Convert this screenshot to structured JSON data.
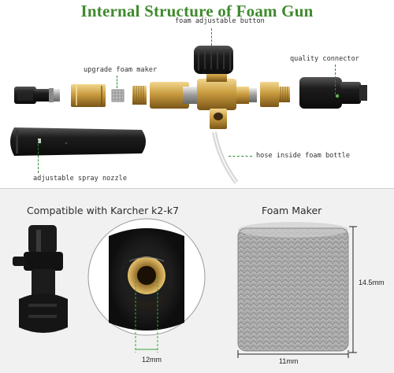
{
  "top_section": {
    "title": "Internal Structure of Foam Gun",
    "labels": {
      "foam_button": "foam adjustable button",
      "foam_maker": "upgrade foam maker",
      "connector": "quality connector",
      "hose": "hose inside foam bottle",
      "nozzle": "adjustable spray nozzle"
    }
  },
  "bottom_section": {
    "left_heading": "Compatible with Karcher k2-k7",
    "right_heading": "Foam Maker",
    "dim_thread": "12mm",
    "dim_height": "14.5mm",
    "dim_width": "11mm"
  },
  "colors": {
    "title_green": "#3f8a2e",
    "leader_green": "#2e8b2e",
    "brass": "#c9a04a",
    "black_plastic": "#1b1b1b",
    "bottom_bg": "#f1f1f1"
  }
}
